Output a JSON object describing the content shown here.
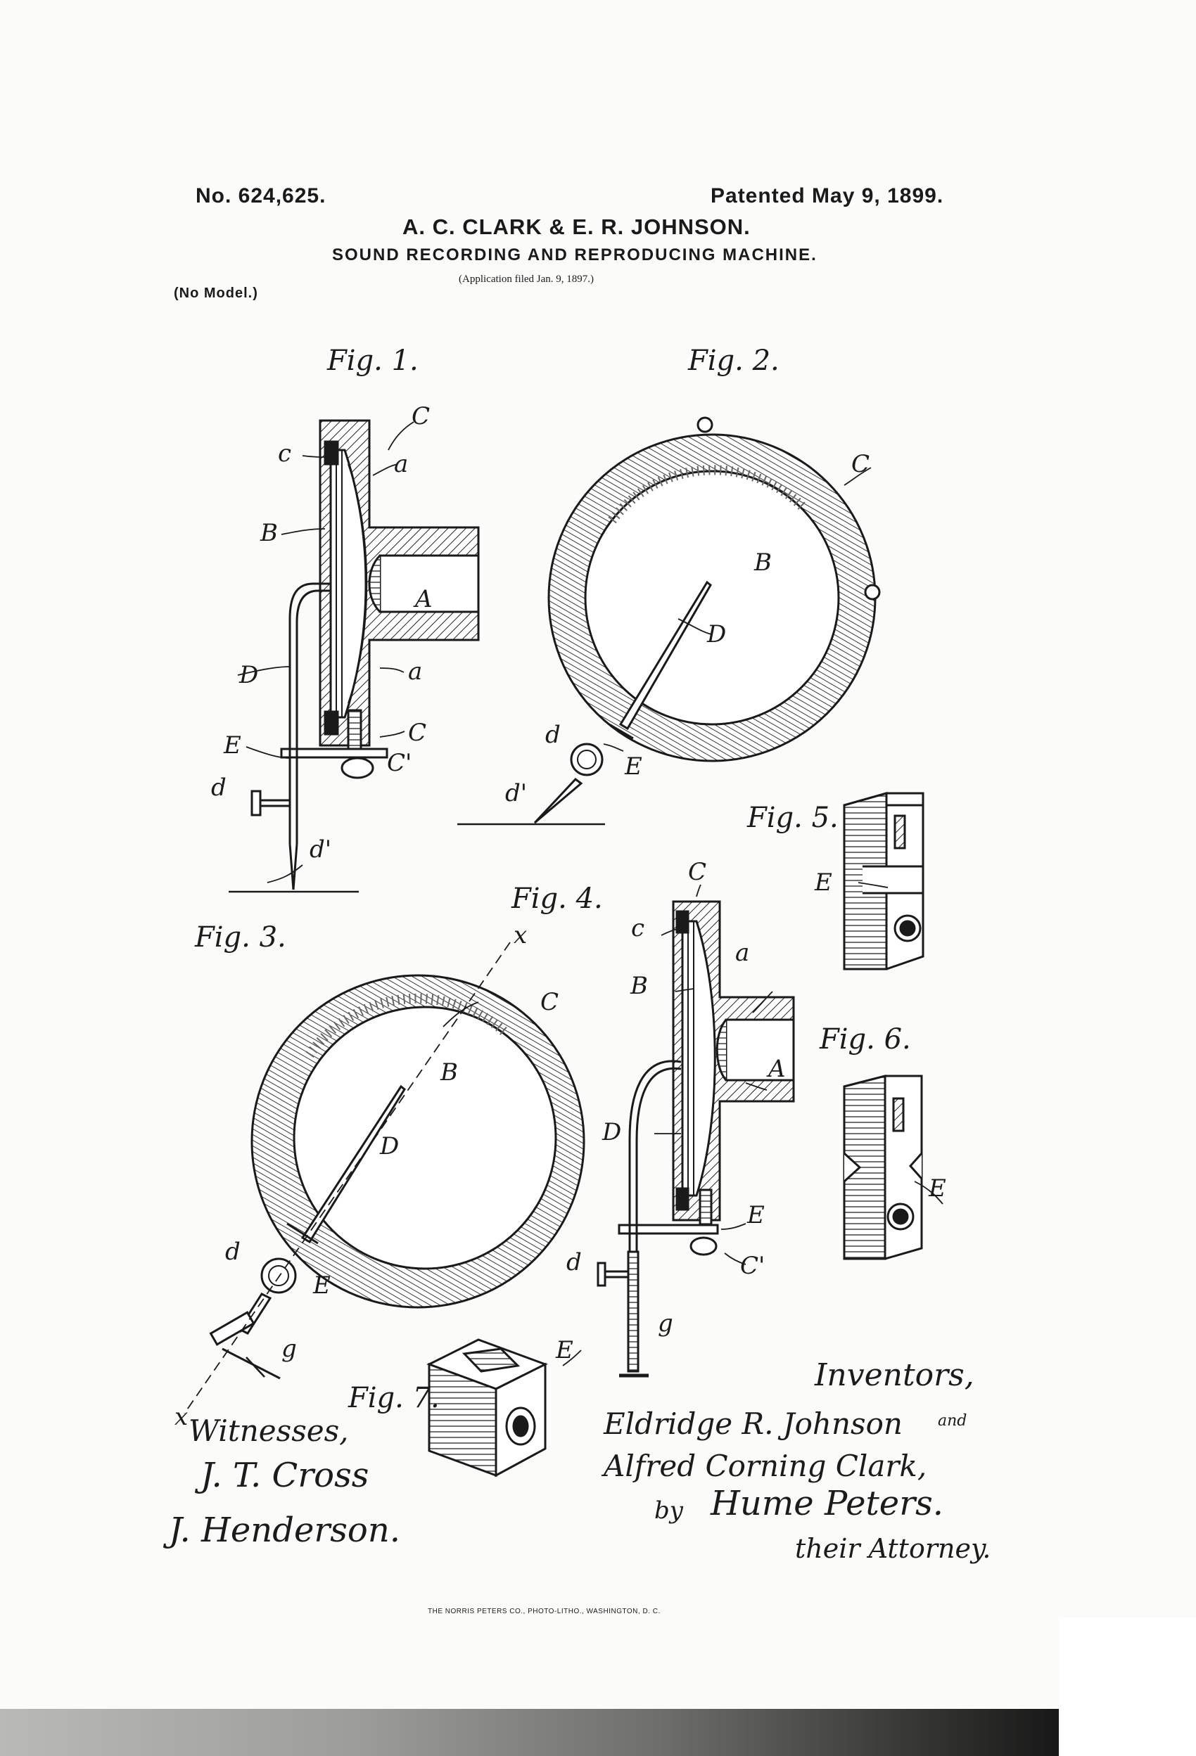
{
  "header": {
    "patent_number": "No. 624,625.",
    "patent_date": "Patented May 9, 1899.",
    "inventors": "A. C. CLARK & E. R. JOHNSON.",
    "title": "SOUND RECORDING AND REPRODUCING MACHINE.",
    "application_note": "(Application filed Jan. 9, 1897.)",
    "model_note": "(No Model.)"
  },
  "figures": {
    "fig1": "Fig. 1.",
    "fig2": "Fig. 2.",
    "fig3": "Fig. 3.",
    "fig4": "Fig. 4.",
    "fig5": "Fig. 5.",
    "fig6": "Fig. 6.",
    "fig7": "Fig. 7."
  },
  "reference_letters": {
    "A": "A",
    "B": "B",
    "C": "C",
    "C_prime": "C'",
    "c": "c",
    "a": "a",
    "D": "D",
    "E": "E",
    "d": "d",
    "d_prime": "d'",
    "g": "g",
    "x": "x"
  },
  "signatures": {
    "witnesses_label": "Witnesses,",
    "witness_1": "J. T. Cross",
    "witness_2": "J. Henderson.",
    "inventors_label": "Inventors,",
    "inventor_1": "Eldridge R. Johnson",
    "and_word": "and",
    "inventor_2": "Alfred Corning Clark,",
    "by": "by",
    "attorney_name": "Hume Peters.",
    "attorney_label": "their Attorney."
  },
  "footer": {
    "printer": "THE NORRIS PETERS CO., PHOTO-LITHO., WASHINGTON, D. C."
  }
}
